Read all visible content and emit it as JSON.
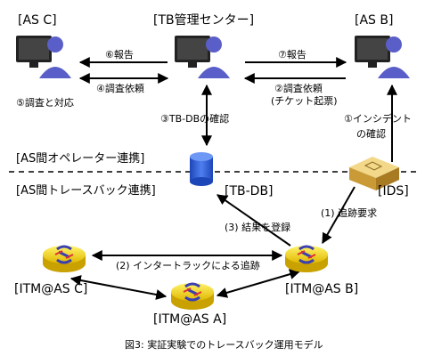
{
  "nodes": {
    "as_c": "[AS C]",
    "tb_center": "[TB管理センター]",
    "as_b": "[AS B]",
    "tb_db": "[TB-DB]",
    "ids": "[IDS]",
    "itm_c": "[ITM@AS C]",
    "itm_b": "[ITM@AS B]",
    "itm_a": "[ITM@AS A]"
  },
  "sections": {
    "operator": "[AS間オペレーター連携]",
    "traceback": "[AS間トレースバック連携]"
  },
  "labels": {
    "step6": "⑥報告",
    "step4": "④調査依頼",
    "step7": "⑦報告",
    "step2_line1": "②調査依頼",
    "step2_line2": "(チケット起票)",
    "step5": "⑤調査と対応",
    "step3": "③TB-DBの確認",
    "step1_line1": "①インシデント",
    "step1_line2": "の確認",
    "tb1": "(1) 追跡要求",
    "tb3": "(3) 結果を登録",
    "tb2": "(2) インタートラックによる追跡"
  },
  "caption": "図3: 実証実験でのトレースバック運用モデル",
  "colors": {
    "user_body": "#5a5ec8",
    "monitor": "#222222",
    "db": "#2b5bd0",
    "ids": "#d9b24a",
    "router": "#f2d400",
    "router_mark": "#3b3fb0"
  }
}
